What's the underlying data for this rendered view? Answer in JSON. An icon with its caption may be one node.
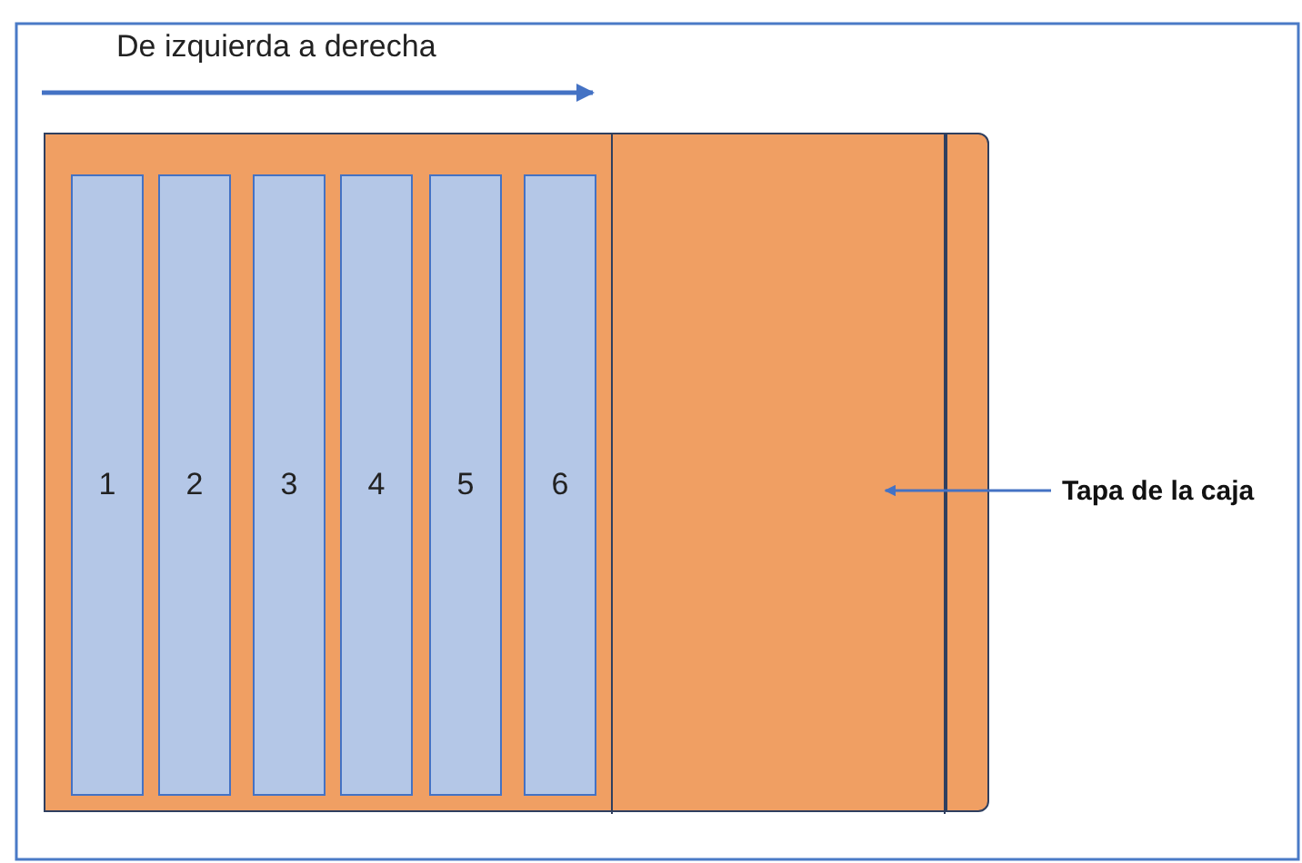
{
  "diagram": {
    "nodes": [
      {
        "text": [],
        "shape": "box"
      },
      {
        "text": [
          "1"
        ],
        "in": 0
      },
      {
        "text": [
          "2"
        ],
        "in": 0
      },
      {
        "text": [
          "3"
        ],
        "in": 0
      },
      {
        "text": [
          "4"
        ],
        "in": 0
      },
      {
        "text": [
          "5"
        ],
        "in": 0
      },
      {
        "text": [
          "6"
        ],
        "in": 0
      },
      {
        "text": [],
        "shape": "box",
        "in": 0
      },
      {
        "text": [
          "Tapa de la caja"
        ]
      }
    ],
    "edges": [
      {
        "from": 8,
        "to": 7,
        "arrow": "to"
      }
    ],
    "labels": [
      "De izquierda a derecha"
    ]
  }
}
